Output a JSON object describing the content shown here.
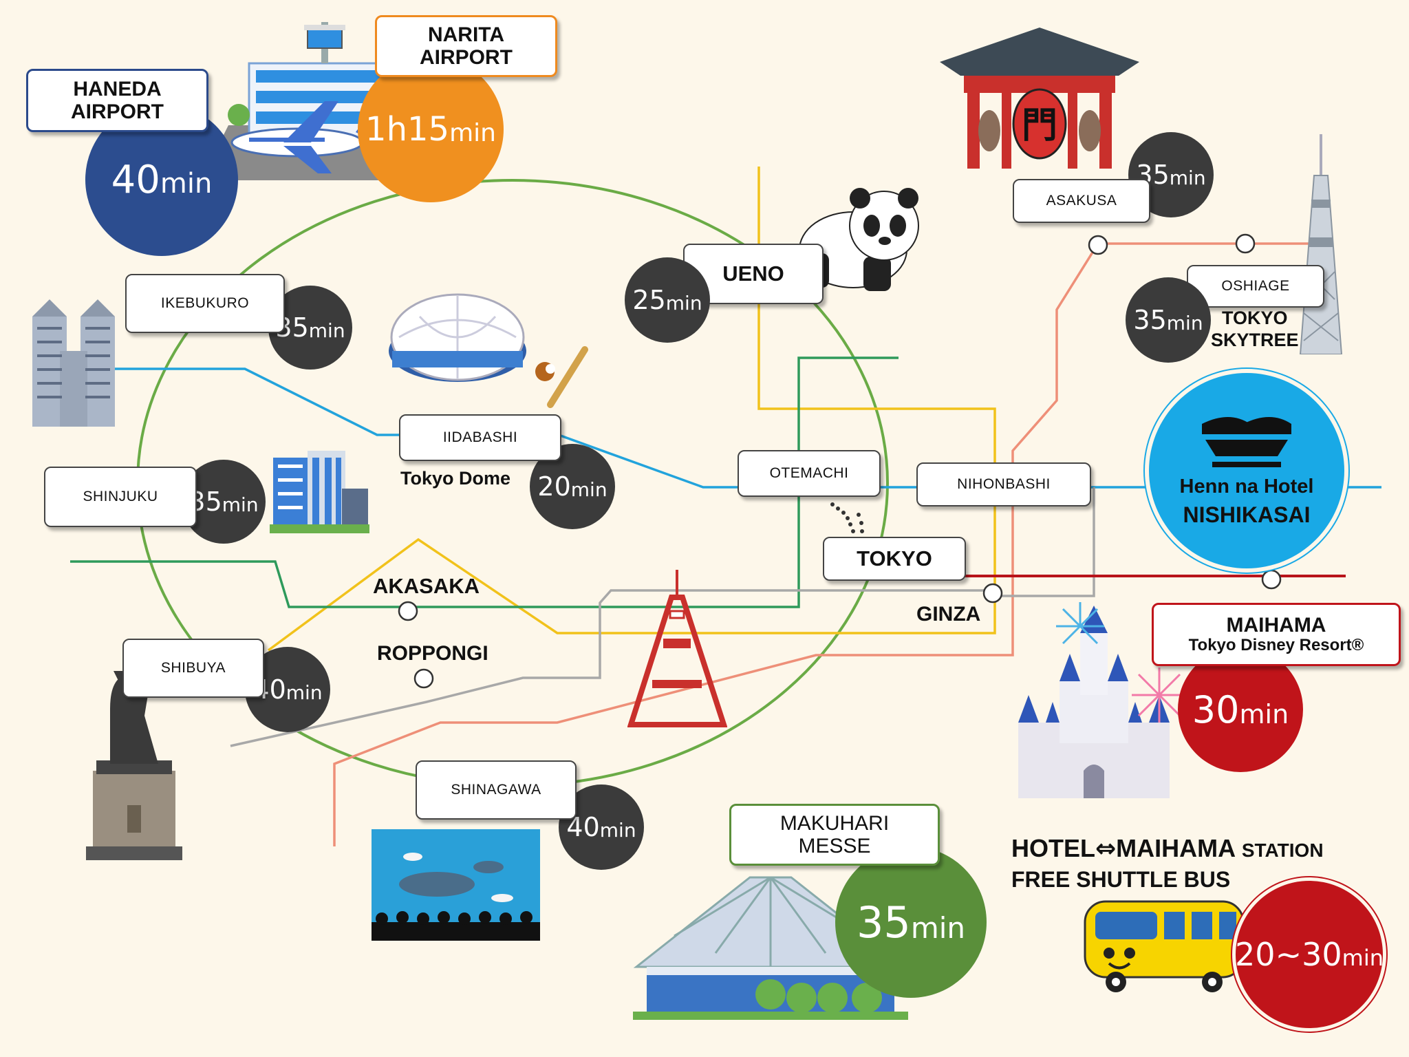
{
  "airports": {
    "haneda": {
      "label_line1": "HANEDA",
      "label_line2": "AIRPORT",
      "time": "40",
      "unit": "min",
      "color": "#2c4d8f"
    },
    "narita": {
      "label_line1": "NARITA",
      "label_line2": "AIRPORT",
      "time": "1h15",
      "unit": "min",
      "color": "#f0901f"
    }
  },
  "stations": {
    "ikebukuro": {
      "name": "IKEBUKURO",
      "time": "35",
      "unit": "min"
    },
    "shinjuku": {
      "name": "SHINJUKU",
      "time": "35",
      "unit": "min"
    },
    "iidabashi": {
      "name": "IIDABASHI",
      "landmark": "Tokyo Dome",
      "time": "20",
      "unit": "min"
    },
    "ueno": {
      "name": "UENO",
      "time": "25",
      "unit": "min"
    },
    "asakusa": {
      "name": "ASAKUSA",
      "time": "35",
      "unit": "min"
    },
    "oshiage": {
      "name": "OSHIAGE",
      "landmark_line1": "TOKYO",
      "landmark_line2": "SKYTREE",
      "time": "35",
      "unit": "min"
    },
    "otemachi": {
      "name": "OTEMACHI"
    },
    "nihonbashi": {
      "name": "NIHONBASHI"
    },
    "tokyo": {
      "name": "TOKYO"
    },
    "ginza": {
      "name": "GINZA"
    },
    "akasaka": {
      "name": "AKASAKA"
    },
    "roppongi": {
      "name": "ROPPONGI"
    },
    "shibuya": {
      "name": "SHIBUYA",
      "time": "40",
      "unit": "min"
    },
    "shinagawa": {
      "name": "SHINAGAWA",
      "time": "40",
      "unit": "min"
    },
    "maihama": {
      "name": "MAIHAMA",
      "landmark": "Tokyo Disney Resort®",
      "time": "30",
      "unit": "min",
      "color": "#c0141a"
    },
    "makuhari": {
      "name_line1": "MAKUHARI",
      "name_line2": "MESSE",
      "time": "35",
      "unit": "min",
      "color": "#5a8f3a"
    }
  },
  "hotel": {
    "name_line1": "Henn na Hotel",
    "name_line2": "NISHIKASAI",
    "color": "#19a9e6"
  },
  "shuttle": {
    "line1_left": "HOTEL",
    "arrow": "⇔",
    "line1_right": "MAIHAMA",
    "line1_small": "STATION",
    "line2": "FREE SHUTTLE BUS",
    "time": "20~30",
    "unit": "min",
    "color": "#c0141a"
  },
  "line_colors": {
    "yamanote": "#6aab46",
    "tozai": "#22a3dc",
    "ginza": "#f1c21b",
    "chiyoda": "#2e9a5b",
    "asakusa": "#ee8f78",
    "hibiya": "#a8a8a8",
    "keiyo": "#b8141a"
  },
  "icons": [
    "airport-tower-icon",
    "airplane-icon",
    "government-building-icon",
    "tokyo-dome-icon",
    "baseball-bat-icon",
    "panda-icon",
    "kaminarimon-gate-icon",
    "skytree-icon",
    "office-building-icon",
    "hachiko-statue-icon",
    "tokyo-tower-icon",
    "aquarium-icon",
    "makuhari-messe-building-icon",
    "disney-castle-icon",
    "fireworks-icon",
    "shuttle-bus-icon",
    "hotel-logo-icon"
  ]
}
